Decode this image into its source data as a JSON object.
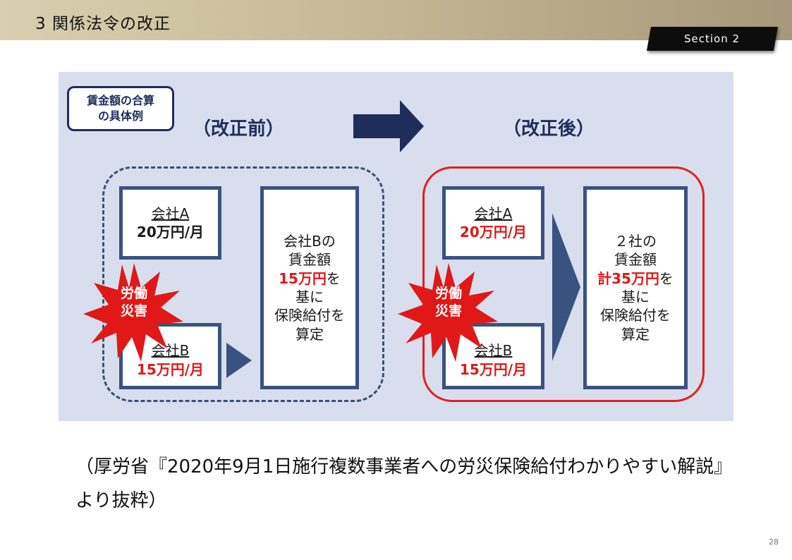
{
  "header": {
    "title": "3 関係法令の改正",
    "section": "Section 2"
  },
  "figure": {
    "example_label": "賃金額の合算\nの具体例",
    "before_title": "（改正前）",
    "after_title": "（改正後）",
    "burst_text": "労働\n災害",
    "before": {
      "company_a": {
        "name": "会社A",
        "amount": "20万円/月"
      },
      "company_b": {
        "name": "会社B",
        "amount": "15万円/月"
      },
      "result": {
        "l1": "会社Bの",
        "l2": "賃金額",
        "l3": "15万円",
        "l3b": "を",
        "l4": "基に",
        "l5": "保険給付を",
        "l6": "算定"
      }
    },
    "after": {
      "company_a": {
        "name": "会社A",
        "amount": "20万円/月"
      },
      "company_b": {
        "name": "会社B",
        "amount": "15万円/月"
      },
      "result": {
        "l1": "２社の",
        "l2": "賃金額",
        "l3": "計35万円",
        "l3b": "を",
        "l4": "基に",
        "l5": "保険給付を",
        "l6": "算定"
      }
    }
  },
  "citation": "（厚労省『2020年9月1日施行複数事業者への労災保険給付わかりやすい解説』より抜粋）",
  "page_number": "28",
  "colors": {
    "navy": "#1e2d5a",
    "box_border": "#3a5280",
    "red": "#e01818",
    "panel_bg": "#d9deee"
  }
}
